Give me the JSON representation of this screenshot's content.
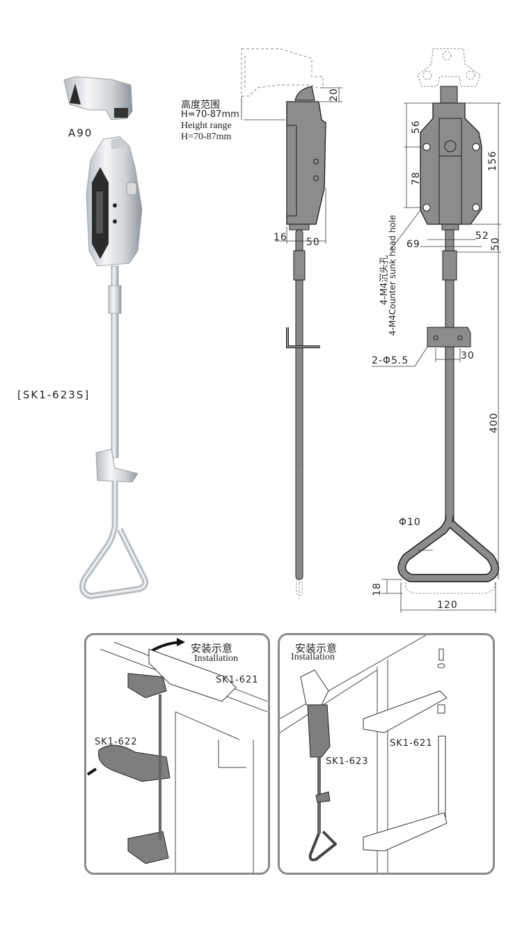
{
  "photo": {
    "accessory_label": "A90",
    "product_label": "[SK1-623S]"
  },
  "side_view": {
    "height_range_cn": "高度范围",
    "height_range_cn_value": "H=70-87mm",
    "height_range_en": "Height range",
    "height_range_en_value": "H=70-87mm",
    "dims": {
      "top_offset": "20",
      "left_offset": "16",
      "depth": "50"
    }
  },
  "front_view": {
    "dims": {
      "top_to_hole": "56",
      "hole_spacing": "78",
      "body_height": "156",
      "body_width": "69",
      "hole_width": "52",
      "coupler_length": "50",
      "bracket_hole_spacing": "30",
      "rod_length": "400",
      "rod_diameter": "Φ10",
      "handle_offset": "18",
      "handle_width": "120"
    },
    "hole_note_cn": "4-M4沉头孔",
    "hole_note_en": "4-M4Counter sunk head hole",
    "bracket_note": "2-Φ5.5"
  },
  "installation": {
    "left_panel": {
      "title_cn": "安装示意",
      "title_en": "Installation",
      "part_a": "SK1-621",
      "part_b": "SK1-622"
    },
    "right_panel": {
      "title_cn": "安装示意",
      "title_en": "Installation",
      "part_a": "SK1-623",
      "part_b": "SK1-621"
    }
  },
  "colors": {
    "part_fill": "#8c8c8c",
    "part_stroke": "#1e1e1e",
    "panel_border": "#8a8a8a",
    "chrome_light": "#e6e8ea",
    "chrome_dark": "#9ea3a8"
  }
}
